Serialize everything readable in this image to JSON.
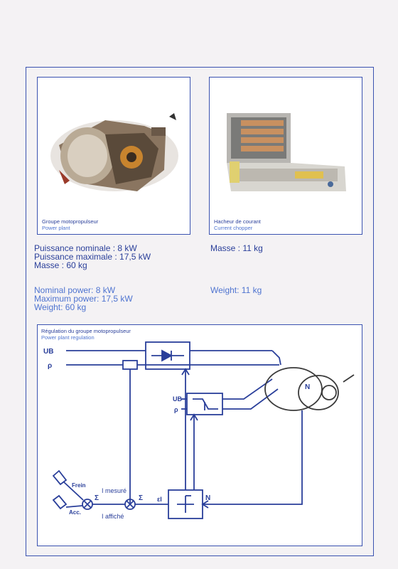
{
  "photo_left": {
    "caption_fr": "Groupe motopropulseur",
    "caption_en": "Power plant"
  },
  "photo_right": {
    "caption_fr": "Hacheur de courant",
    "caption_en": "Current chopper"
  },
  "specs_left": {
    "fr": [
      "Puissance nominale : 8 kW",
      "Puissance maximale : 17,5 kW",
      "Masse : 60 kg"
    ],
    "en": [
      "Nominal power: 8 kW",
      "Maximum power: 17,5 kW",
      "Weight: 60 kg"
    ]
  },
  "specs_right": {
    "fr": "Masse : 11 kg",
    "en": "Weight: 11 kg"
  },
  "diagram": {
    "title_fr": "Régulation du groupe motopropulseur",
    "title_en": "Power plant regulation",
    "labels": {
      "ub_main": "UB",
      "rho_main": "ρ",
      "ub_small": "UB",
      "rho_small": "ρ",
      "frein": "Frein",
      "acc": "Acc.",
      "i_mesure": "I mesuré",
      "i_affiche": "I affiché",
      "sigma1": "Σ",
      "sigma2": "Σ",
      "epsilon_i": "εI",
      "n_feedback": "N",
      "n_motor": "N"
    }
  }
}
